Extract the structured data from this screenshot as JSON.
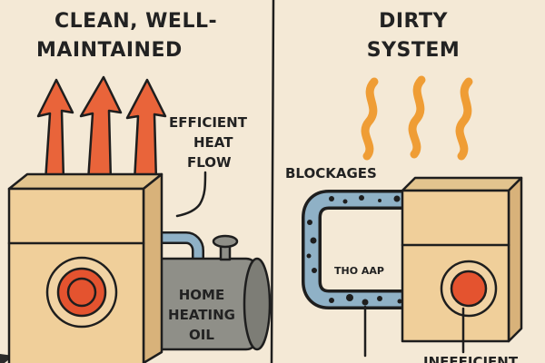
{
  "left_panel": {
    "title_line1": "CLEAN, WELL-",
    "title_line2": "MAINTAINED",
    "callout_line1": "EFFICIENT",
    "callout_line2": "HEAT",
    "callout_line3": "FLOW",
    "tank_line1": "HOME",
    "tank_line2": "HEATING",
    "tank_line3": "OIL"
  },
  "right_panel": {
    "title_line1": "DIRTY",
    "title_line2": "SYSTEM",
    "blockage_label": "BLOCKAGES",
    "pipe_label": "THO AAP",
    "bottom_label": "INEFFICIENT"
  },
  "colors": {
    "background": "#f4e9d6",
    "furnace_top": "#ecd5a6",
    "furnace_body": "#f0cf9a",
    "burner_red": "#e4532f",
    "heat_arrow": "#e9643a",
    "wavy_heat": "#ef9d35",
    "tank_gray": "#8f8f88",
    "pipe_blue": "#8fb1c6"
  },
  "icons": [
    "heat-arrow-icon",
    "wavy-heat-icon",
    "burner-icon",
    "furnace-icon",
    "oil-tank-icon",
    "blocked-pipe-icon"
  ]
}
